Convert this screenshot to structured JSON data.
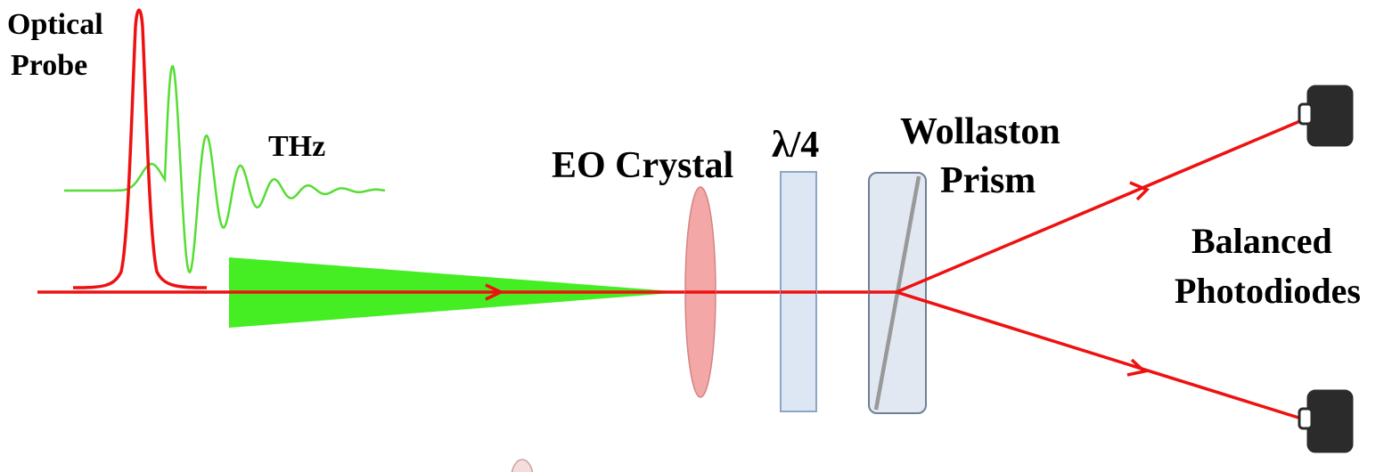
{
  "labels": {
    "optical_probe_line1": "Optical",
    "optical_probe_line2": "Probe",
    "thz": "THz",
    "eo_crystal": "EO Crystal",
    "quarter_wave": "λ/4",
    "wollaston_line1": "Wollaston",
    "wollaston_line2": "Prism",
    "balanced_line1": "Balanced",
    "balanced_line2": "Photodiodes"
  },
  "colors": {
    "probe_beam": "#ee1111",
    "thz_beam": "#44ee22",
    "thz_waveform": "#55dd33",
    "lens_fill": "#f2a0a0",
    "waveplate_fill": "#dde6f3",
    "waveplate_stroke": "#8ea6c6",
    "prism_fill": "#e2e8f2",
    "prism_stroke": "#6f7f95",
    "prism_split": "#999999",
    "detector": "#2b2b2b"
  }
}
